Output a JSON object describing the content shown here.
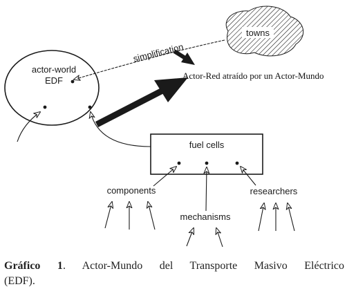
{
  "diagram": {
    "ellipse_label_line1": "actor-world",
    "ellipse_label_line2": "EDF",
    "towns_label": "towns",
    "simplification_label": "simplification",
    "actor_red_label": "Actor-Red atraído por un Actor-Mundo",
    "fuel_cells_label": "fuel cells",
    "components_label": "components",
    "researchers_label": "researchers",
    "mechanisms_label": "mechanisms"
  },
  "caption": {
    "label": "Gráfico 1",
    "text_line1": ". Actor-Mundo del Transporte Masivo Eléctrico",
    "text_line2": "(EDF)."
  },
  "colors": {
    "ink": "#1a1a1a",
    "caption_ink": "#222222",
    "background": "#ffffff"
  }
}
